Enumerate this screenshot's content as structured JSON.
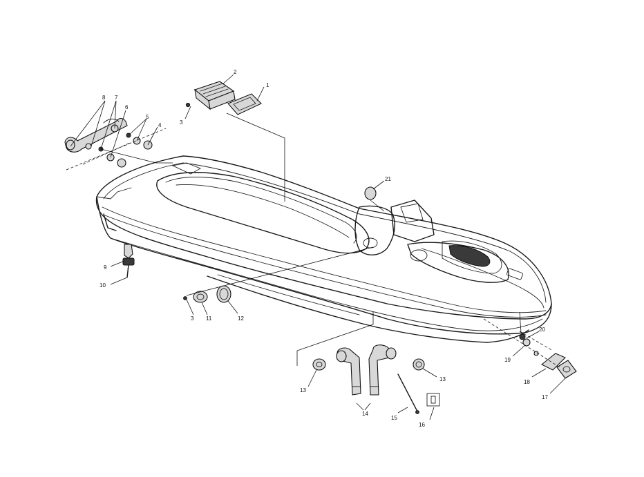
{
  "callouts": {
    "c1": "1",
    "c2": "2",
    "c3a": "3",
    "c3b": "3",
    "c4": "4",
    "c5": "5",
    "c6": "6",
    "c7": "7",
    "c8": "8",
    "c9": "9",
    "c10": "10",
    "c11": "11",
    "c12": "12",
    "c13a": "13",
    "c13b": "13",
    "c14": "14",
    "c15": "15",
    "c16": "16",
    "c17": "17",
    "c18": "18",
    "c19": "19",
    "c20": "20",
    "c21": "21"
  }
}
